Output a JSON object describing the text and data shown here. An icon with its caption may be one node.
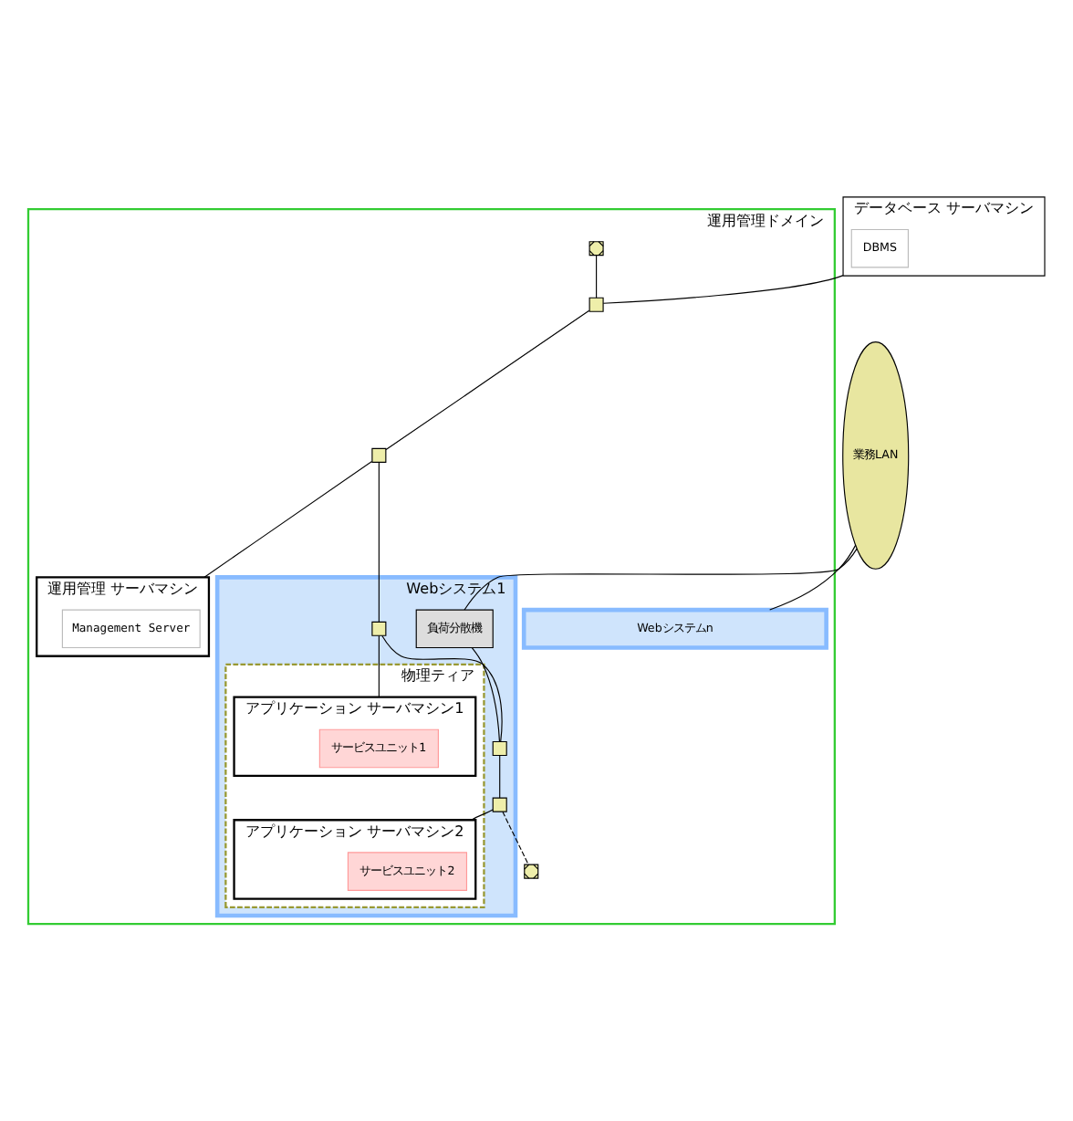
{
  "diagram": {
    "nodes": [
      {
        "text": [
          "運用管理ドメイン"
        ]
      },
      {
        "text": [
          "業務LAN"
        ]
      },
      {
        "text": [
          "データベース サーバマシン"
        ]
      },
      {
        "text": [
          "DBMS"
        ],
        "in": 2
      },
      {
        "text": [],
        "shape": "box",
        "in": 0
      },
      {
        "text": [],
        "shape": "box",
        "in": 0
      },
      {
        "text": [],
        "shape": "box",
        "in": 0
      },
      {
        "text": [
          "運用管理 サーバマシン"
        ],
        "in": 0
      },
      {
        "text": [
          "Management Server"
        ],
        "in": 7
      },
      {
        "text": [
          "Webシステム1"
        ],
        "in": 0
      },
      {
        "text": [],
        "shape": "box",
        "in": 9
      },
      {
        "text": [],
        "shape": "box",
        "in": 9
      },
      {
        "text": [],
        "shape": "box",
        "in": 9
      },
      {
        "text": [
          "物理ティア"
        ],
        "in": 9
      },
      {
        "text": [
          "アプリケーション サーバマシン1"
        ],
        "in": 13
      },
      {
        "text": [
          "サービスユニット1"
        ],
        "in": 14
      },
      {
        "text": [
          "アプリケーション サーバマシン2"
        ],
        "in": 13
      },
      {
        "text": [
          "サービスユニット2"
        ],
        "in": 16
      },
      {
        "text": [
          "負荷分散機"
        ],
        "in": 9
      },
      {
        "text": [
          "Webシステムn"
        ],
        "in": 0
      },
      {
        "text": [],
        "shape": "box",
        "in": 0
      }
    ],
    "edges": [
      {
        "from": 4,
        "to": 5,
        "arrow": "none"
      },
      {
        "from": 5,
        "to": 6,
        "arrow": "none"
      },
      {
        "from": 6,
        "to": 10,
        "arrow": "none"
      },
      {
        "from": 10,
        "to": 11,
        "arrow": "none"
      },
      {
        "from": 11,
        "to": 12,
        "arrow": "none"
      },
      {
        "from": 12,
        "to": 20,
        "arrow": "none",
        "style": "dashed"
      },
      {
        "from": 2,
        "to": 5,
        "arrow": "none"
      },
      {
        "from": 6,
        "to": 7,
        "arrow": "none"
      },
      {
        "from": 10,
        "to": 14,
        "arrow": "none"
      },
      {
        "from": 12,
        "to": 16,
        "arrow": "none"
      },
      {
        "from": 1,
        "to": 18,
        "arrow": "none"
      },
      {
        "from": 18,
        "to": 11,
        "arrow": "none"
      },
      {
        "from": 1,
        "to": 19,
        "arrow": "none"
      }
    ]
  }
}
